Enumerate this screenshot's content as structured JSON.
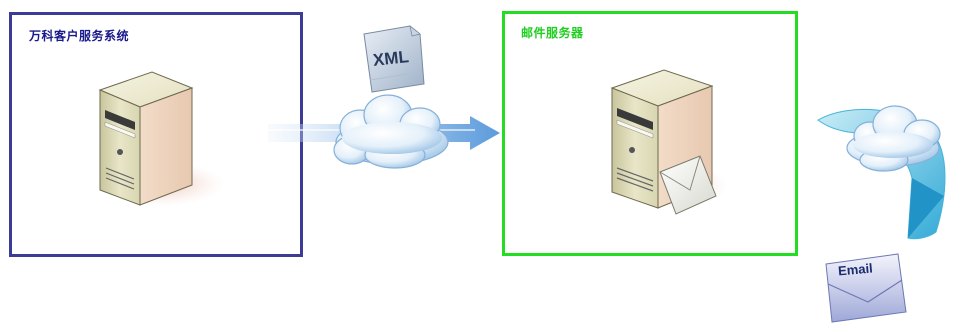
{
  "boxes": {
    "client": {
      "label": "万科客户服务系统",
      "border_color": "#3c3c96"
    },
    "mail_server": {
      "label": "邮件服务器",
      "border_color": "#22dd22"
    }
  },
  "icons": {
    "xml_document": {
      "label": "XML"
    },
    "email_envelope": {
      "label": "Email"
    }
  }
}
